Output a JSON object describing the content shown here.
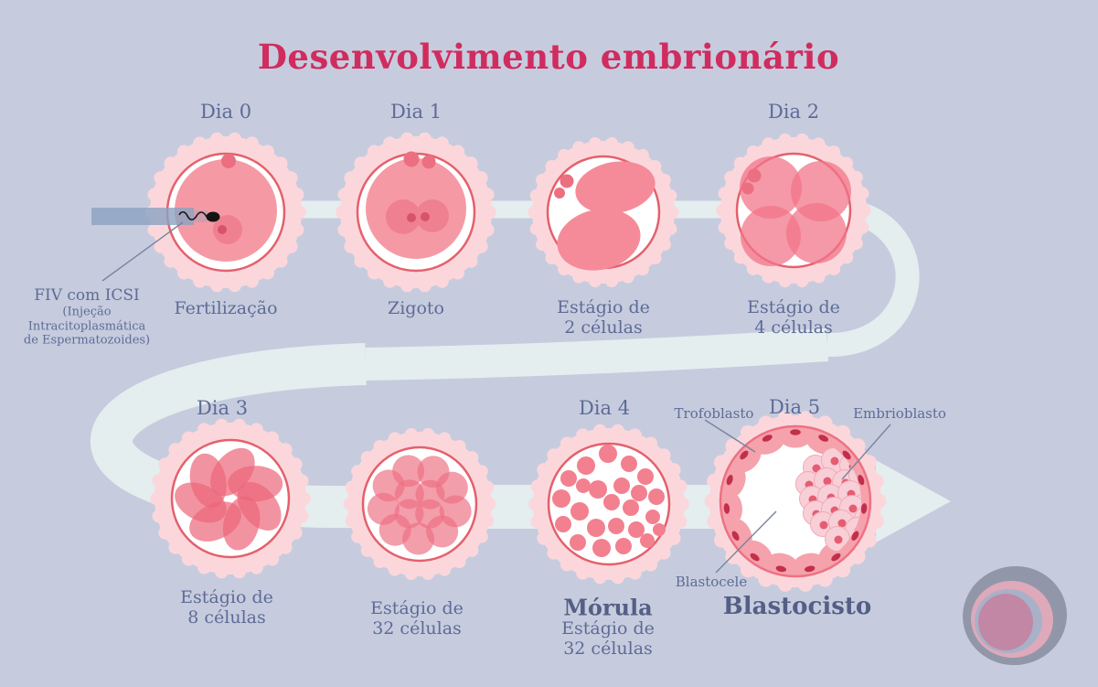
{
  "title": "Desenvolvimento embrionário",
  "stages": [
    {
      "day": "Dia 0",
      "lines": [
        "Fertilização"
      ]
    },
    {
      "day": "Dia 1",
      "lines": [
        "Zigoto"
      ]
    },
    {
      "day": "",
      "lines": [
        "Estágio de",
        "2 células"
      ]
    },
    {
      "day": "Dia 2",
      "lines": [
        "Estágio de",
        "4 células"
      ]
    },
    {
      "day": "Dia 3",
      "lines": [
        "Estágio de",
        "8 células"
      ]
    },
    {
      "day": "",
      "lines": [
        "Estágio de",
        "32 células"
      ]
    },
    {
      "day": "Dia 4",
      "heading": "Mórula",
      "lines": [
        "Estágio de",
        "32 células"
      ]
    },
    {
      "day": "Dia 5",
      "heading": "Blastocisto",
      "lines": []
    }
  ],
  "callouts": {
    "fiv_main": "FIV com ICSI",
    "fiv_sub1": "(Injeção",
    "fiv_sub2": "Intracitoplasmática",
    "fiv_sub3": "de Espermatozoides)",
    "trofoblasto": "Trofoblasto",
    "embrioblasto": "Embrioblasto",
    "blastocele": "Blastocele"
  },
  "colors": {
    "background": "#c6ccde",
    "band": "#e4eeef",
    "title_text": "#d02c5f",
    "label_text": "#5e6b96",
    "heading_text": "#545f86",
    "zona": "#fbd7dc",
    "ring_stroke": "#e4606c",
    "cytoplasm": "#f59aa4",
    "cell": "#f1758a",
    "cell_dark": "#ec6579",
    "cell_blob": "#f58b99",
    "cell_32": "#ee7083",
    "polar_body": "#ec6f81",
    "nucleus": "#ef8090",
    "nucleus_dot": "#d8536a",
    "morula_cell": "#f2808f",
    "troph_ring": "#f5a2ad",
    "troph_stroke": "#ee7181",
    "troph_nucleus": "#c22f4a",
    "icm_cell": "#f8cfd7",
    "icm_stroke": "#f0aab6",
    "icm_nucleus": "#e65c73",
    "needle": "#8ba2c0",
    "sperm": "#141414",
    "pointer_line": "#78849f",
    "logo_outer": "#9197a8",
    "logo_pink": "#dea9ba",
    "logo_blue": "#a8b1c8",
    "logo_center": "#c187a4"
  }
}
